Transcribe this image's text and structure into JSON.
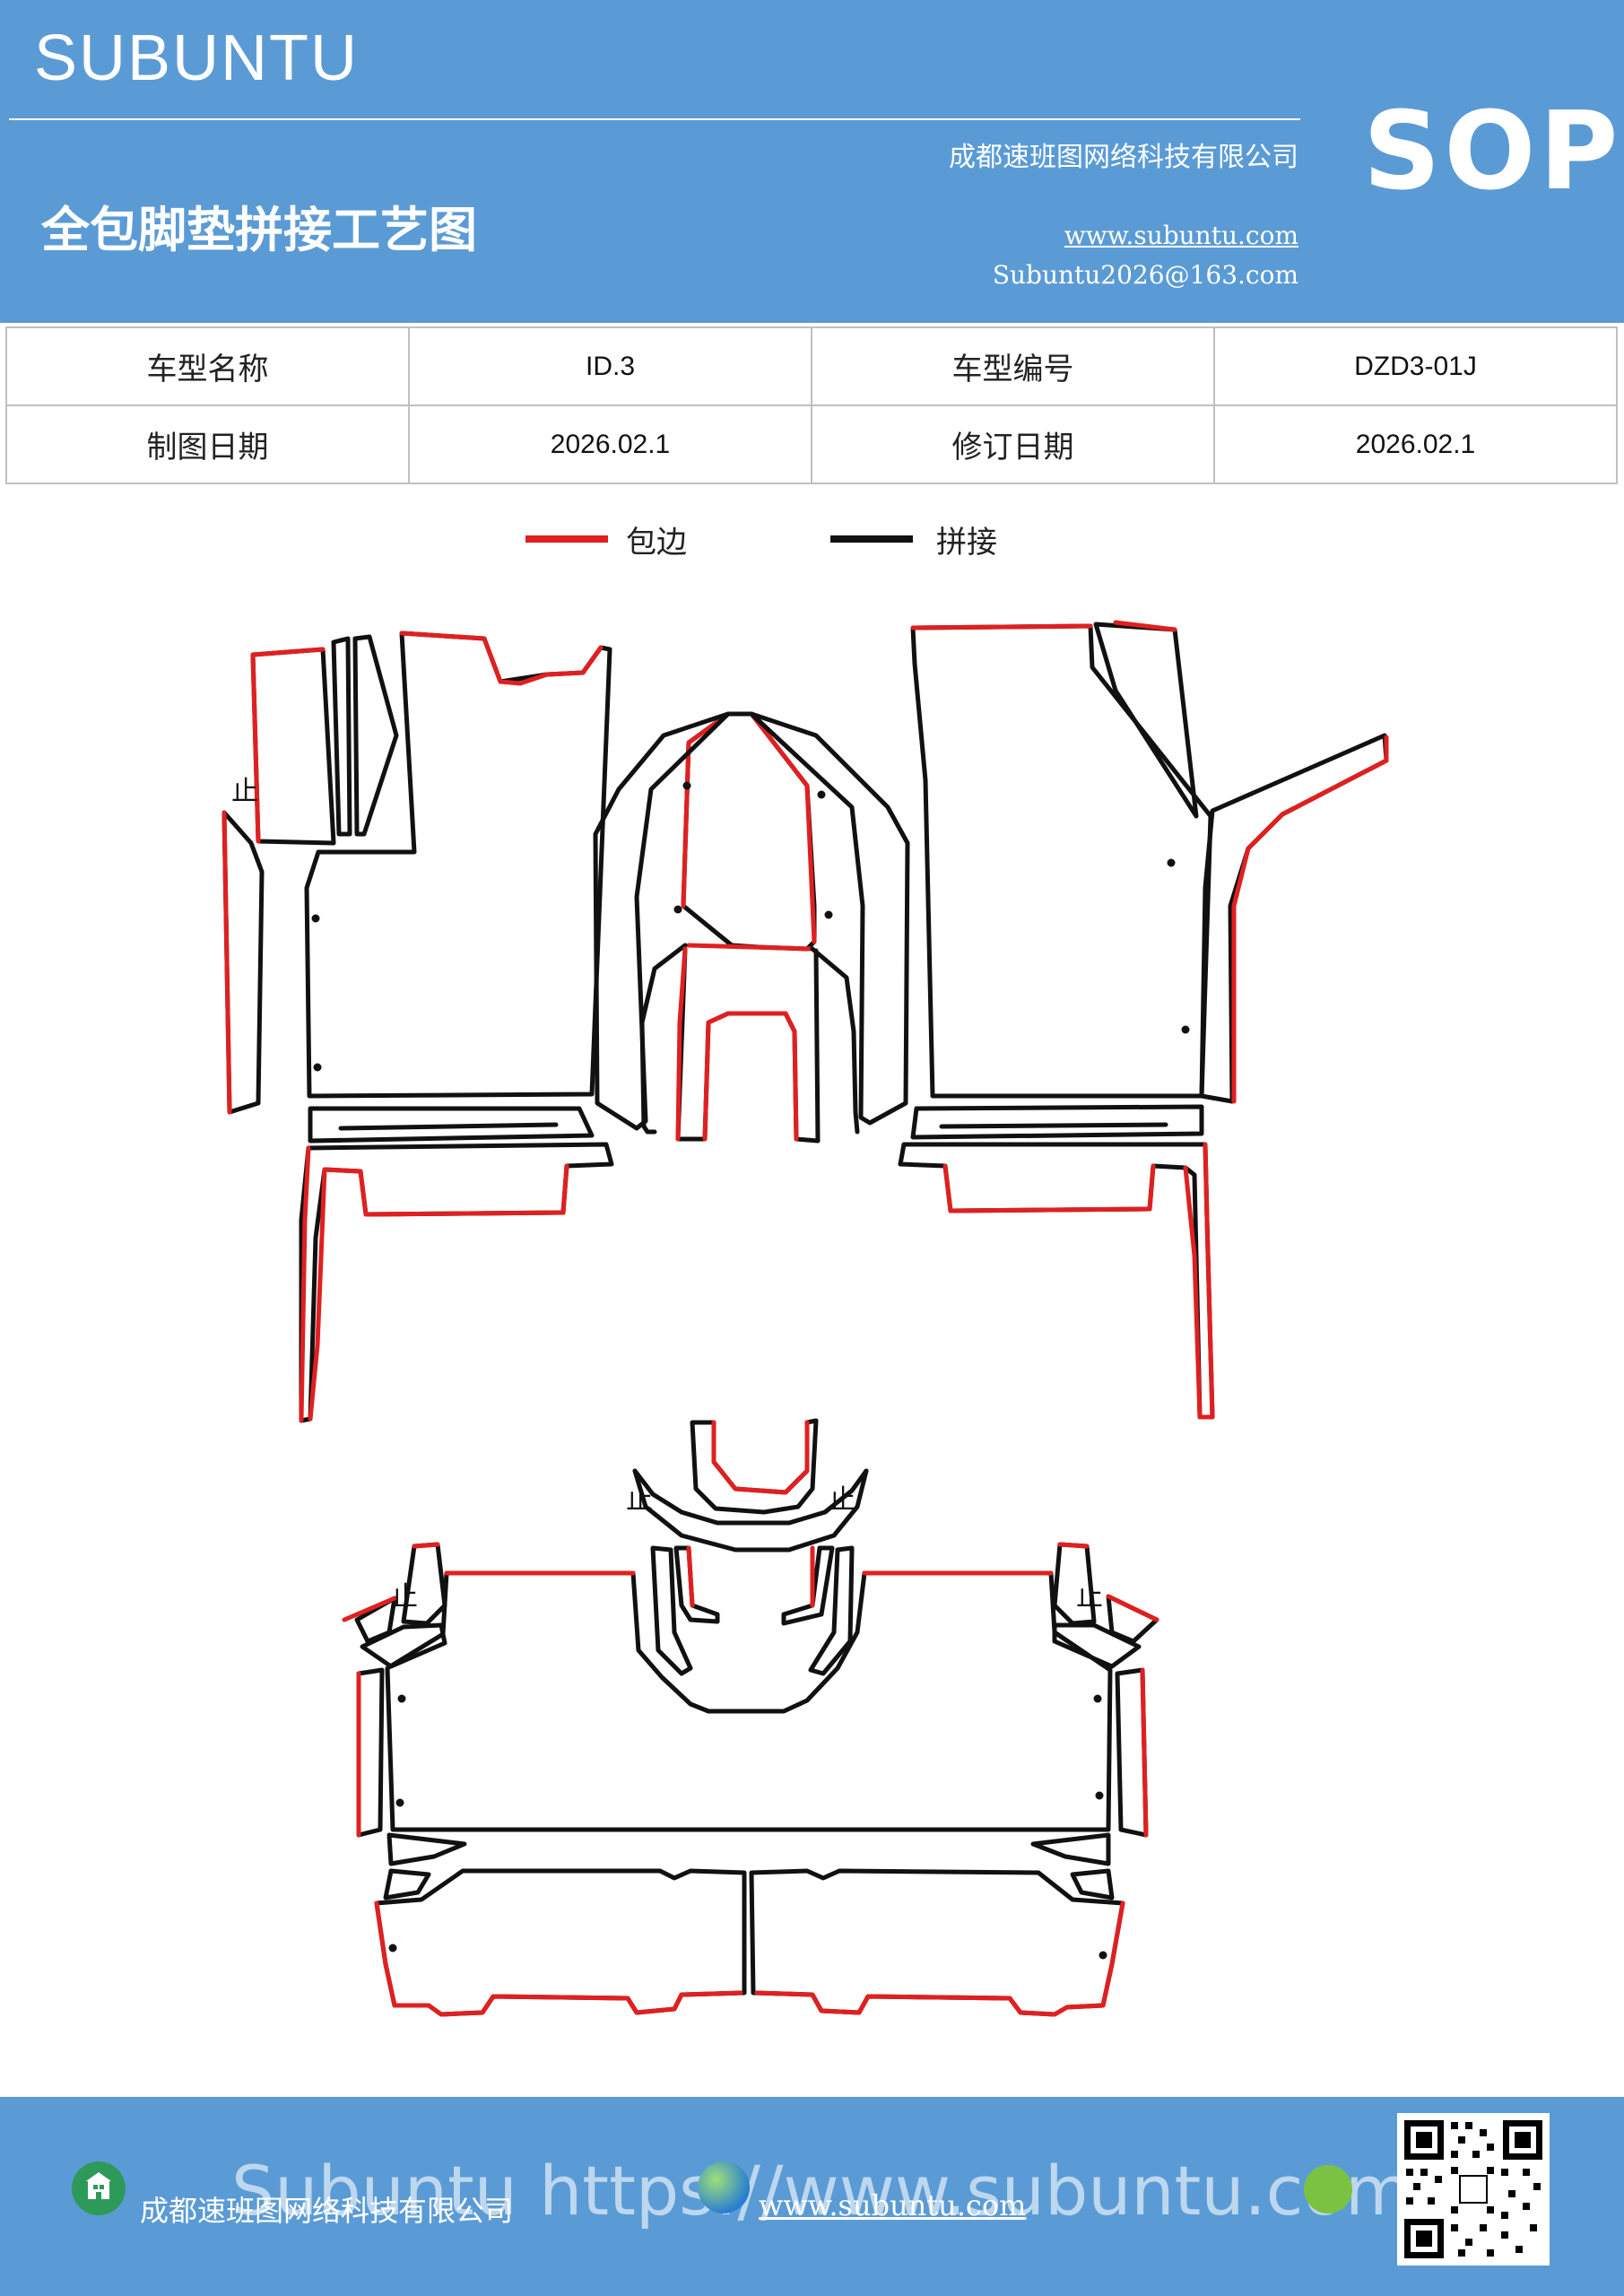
{
  "header": {
    "brand": "SUBUNTU",
    "company": "成都速班图网络科技有限公司",
    "title": "全包脚垫拼接工艺图",
    "website": "www.subuntu.com",
    "email": "Subuntu2026@163.com",
    "badge": "SOP",
    "background_color": "#5b9bd5"
  },
  "info_table": {
    "model_name_label": "车型名称",
    "model_name_value": "ID.3",
    "model_code_label": "车型编号",
    "model_code_value": "DZD3-01J",
    "draw_date_label": "制图日期",
    "draw_date_value": "2026.02.1",
    "revise_date_label": "修订日期",
    "revise_date_value": "2026.02.1"
  },
  "legend": {
    "items": [
      {
        "label": "包边",
        "color": "#e02020"
      },
      {
        "label": "拼接",
        "color": "#111111"
      }
    ]
  },
  "diagram": {
    "stop_mark": "止",
    "edge_color": "#e02020",
    "seam_color": "#111111"
  },
  "footer": {
    "company": "成都速班图网络科技有限公司",
    "website": "www.subuntu.com",
    "watermark": "Subuntu https://www.subuntu.com",
    "background_color": "#5b9bd5"
  }
}
